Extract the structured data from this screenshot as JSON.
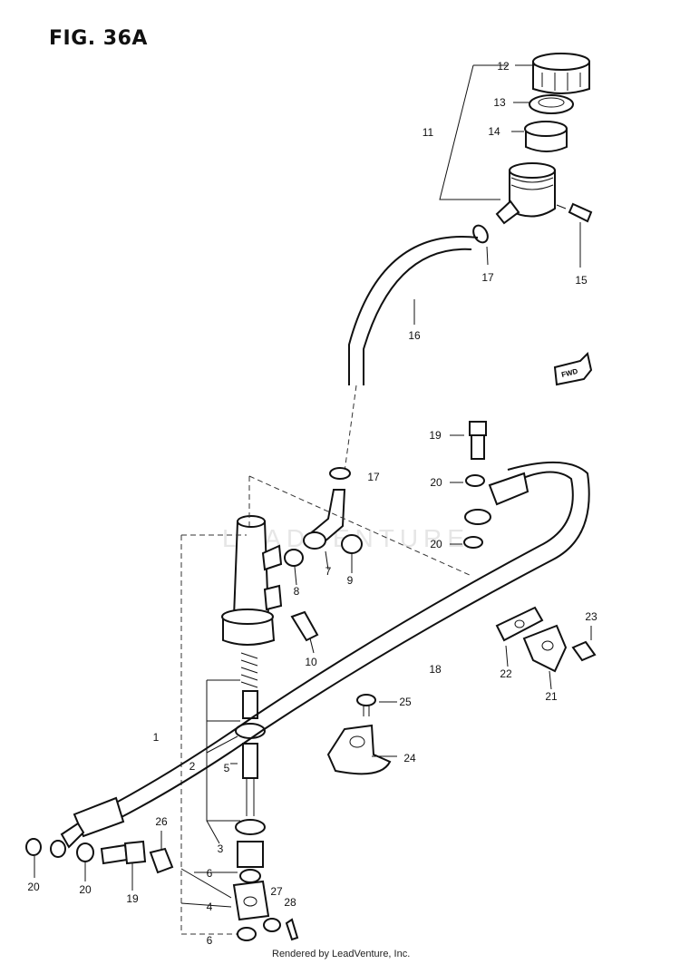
{
  "figure_title": "FIG. 36A",
  "watermark_text": "LEADVENTURE",
  "credit": "Rendered by LeadVenture, Inc.",
  "fwd_label": "FWD",
  "colors": {
    "line": "#111111",
    "watermark": "#e6e6e6",
    "background": "#ffffff"
  },
  "callouts": {
    "n12": "12",
    "n13": "13",
    "n11": "11",
    "n14": "14",
    "n17a": "17",
    "n15": "15",
    "n16": "16",
    "n19a": "19",
    "n17b": "17",
    "n20a": "20",
    "n20b": "20",
    "n8": "8",
    "n7": "7",
    "n9": "9",
    "n10": "10",
    "n18": "18",
    "n23": "23",
    "n22": "22",
    "n21": "21",
    "n25": "25",
    "n24": "24",
    "n1": "1",
    "n2": "2",
    "n5": "5",
    "n3": "3",
    "n26": "26",
    "n20c": "20",
    "n20d": "20",
    "n19b": "19",
    "n6a": "6",
    "n4": "4",
    "n27": "27",
    "n28": "28",
    "n6b": "6"
  }
}
